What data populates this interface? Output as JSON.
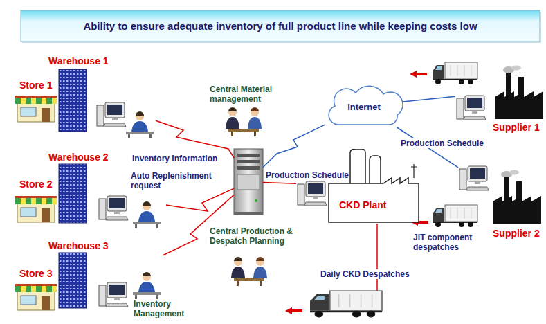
{
  "diagram": {
    "title": "Ability to ensure adequate inventory of full product line while keeping costs low",
    "nodes": [
      {
        "text": [
          "Warehouse 1"
        ]
      },
      {
        "text": [
          "Store 1"
        ]
      },
      {
        "text": [
          "Warehouse 2"
        ]
      },
      {
        "text": [
          "Store 2"
        ]
      },
      {
        "text": [
          "Warehouse 3"
        ]
      },
      {
        "text": [
          "Store 3"
        ]
      },
      {
        "text": [
          "Central Production & Despatch Planning"
        ]
      },
      {
        "text": [
          "Internet"
        ]
      },
      {
        "text": [
          "CKD Plant"
        ]
      },
      {
        "text": [
          "Supplier 1"
        ]
      },
      {
        "text": [
          "Supplier 2"
        ]
      }
    ],
    "edges": [
      {
        "from": 0,
        "to": 6,
        "label": "Inventory Information",
        "arrow": "none"
      },
      {
        "from": 2,
        "to": 6,
        "label": "Auto Replenishment request",
        "arrow": "none"
      },
      {
        "from": 4,
        "to": 6,
        "arrow": "none"
      },
      {
        "from": 6,
        "to": 8,
        "label": "Production Schedule",
        "arrow": "none"
      },
      {
        "from": 6,
        "to": 7,
        "arrow": "none"
      },
      {
        "from": 7,
        "to": 9,
        "arrow": "none"
      },
      {
        "from": 7,
        "to": 10,
        "label": "Production Schedule",
        "arrow": "none"
      }
    ],
    "labels": [
      "Central Material management",
      "Inventory Management",
      "JIT component despatches",
      "Daily CKD Despatches"
    ]
  }
}
